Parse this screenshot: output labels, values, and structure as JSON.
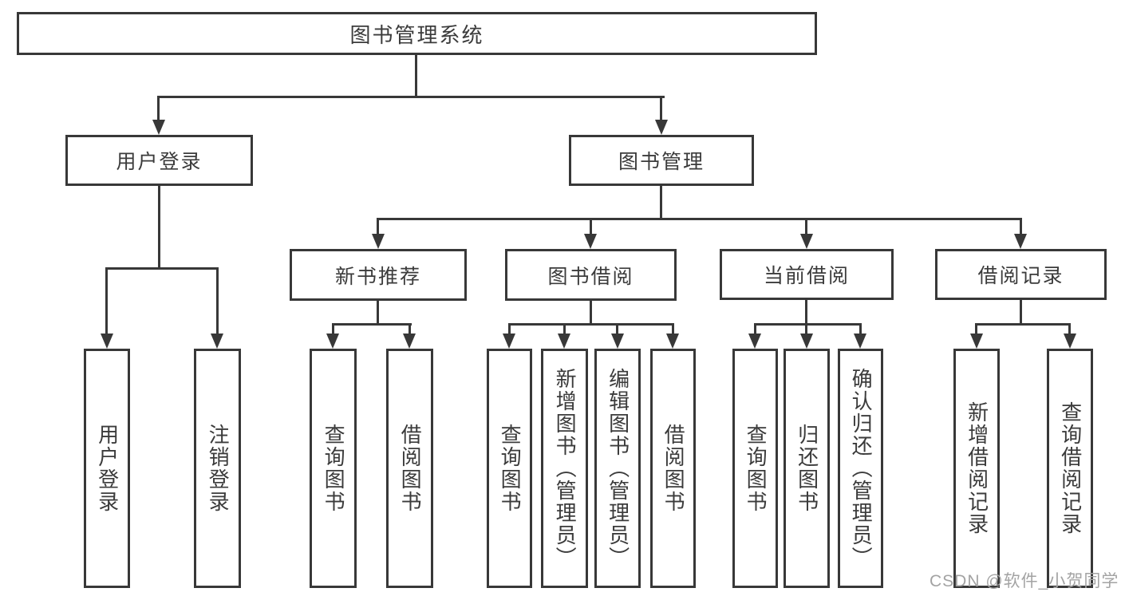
{
  "diagram": {
    "root": {
      "label": "图书管理系统"
    },
    "branches": [
      {
        "label": "用户登录",
        "children": [
          {
            "label": "用户登录"
          },
          {
            "label": "注销登录"
          }
        ]
      },
      {
        "label": "图书管理",
        "sections": [
          {
            "label": "新书推荐",
            "children": [
              {
                "label": "查询图书"
              },
              {
                "label": "借阅图书"
              }
            ]
          },
          {
            "label": "图书借阅",
            "children": [
              {
                "label": "查询图书"
              },
              {
                "label": "新增图书（管理员）"
              },
              {
                "label": "编辑图书（管理员）"
              },
              {
                "label": "借阅图书"
              }
            ]
          },
          {
            "label": "当前借阅",
            "children": [
              {
                "label": "查询图书"
              },
              {
                "label": "归还图书"
              },
              {
                "label": "确认归还（管理员）"
              }
            ]
          },
          {
            "label": "借阅记录",
            "children": [
              {
                "label": "新增借阅记录"
              },
              {
                "label": "查询借阅记录"
              }
            ]
          }
        ]
      }
    ]
  },
  "watermark": {
    "text": "CSDN @软件_小贺同学"
  },
  "colors": {
    "line": "#383838",
    "text": "#3b3b3b",
    "watermark": "#a3a3a3",
    "background": "#ffffff"
  }
}
